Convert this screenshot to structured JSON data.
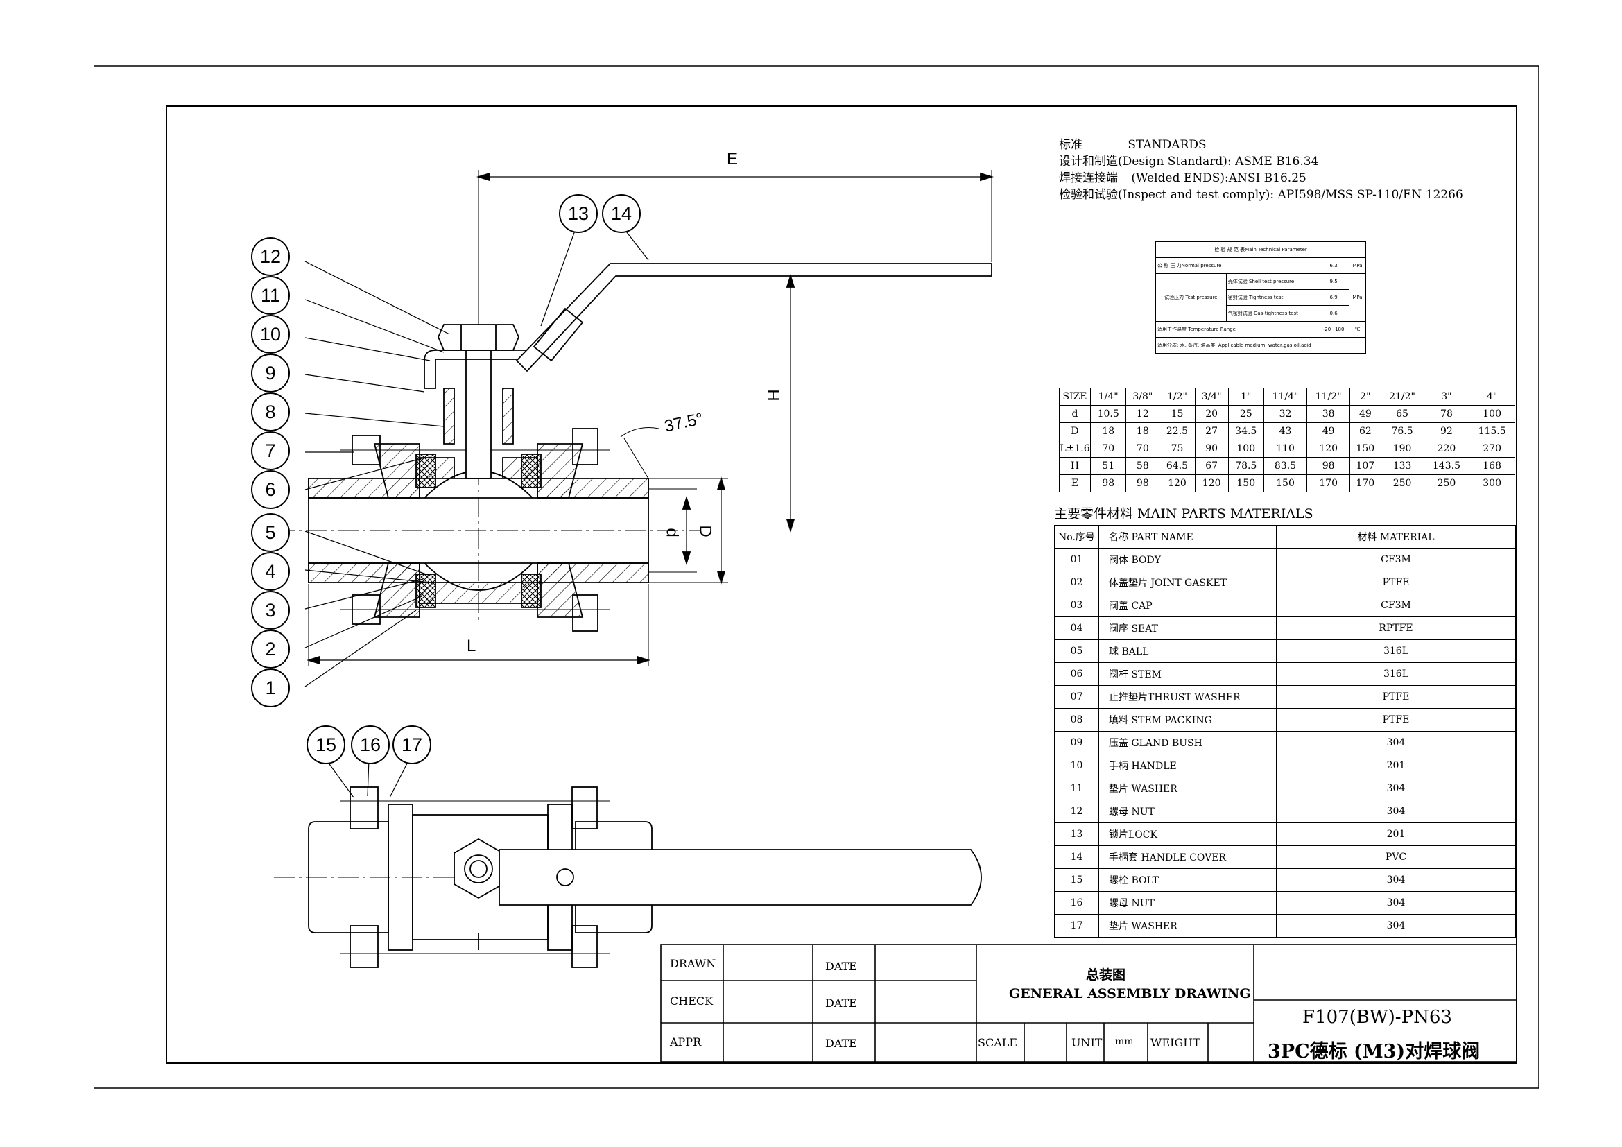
{
  "standards": {
    "heading_cn": "标准",
    "heading_en": "STANDARDS",
    "lines": [
      {
        "cn": "设计和制造",
        "en": "(Design Standard):  ASME B16.34"
      },
      {
        "cn": "焊接连接端",
        "en": " (Welded  ENDS):ANSI B16.25"
      },
      {
        "cn": "检验和试验",
        "en": "(Inspect and test comply):  API598/MSS SP-110/EN 12266"
      }
    ]
  },
  "tech_params": {
    "title": "检 验 规 范 表Main Technical Parameter",
    "nominal_label": "公 称 压 力Normal pressure",
    "nominal_value": "6.3",
    "unit_mpa": "MPa",
    "test_label": "试验压力 Test pressure",
    "shell_label": "壳体试验 Shell test pressure",
    "shell_value": "9.5",
    "tight_label": "密封试验 Tightness test",
    "tight_value": "6.9",
    "gas_label": "气密封试验 Gas-tightness test",
    "gas_value": "0.6",
    "temp_label": "适用工作温度 Temperature Range",
    "temp_value": "-20~180",
    "temp_unit": "℃",
    "media": "适用介质: 水, 蒸汽, 油品类. Applicable medium: water,gas,oil,acid"
  },
  "size_table": {
    "header": [
      "SIZE",
      "1/4\"",
      "3/8\"",
      "1/2\"",
      "3/4\"",
      "1\"",
      "11/4\"",
      "11/2\"",
      "2\"",
      "21/2\"",
      "3\"",
      "4\""
    ],
    "rows": [
      [
        "d",
        "10.5",
        "12",
        "15",
        "20",
        "25",
        "32",
        "38",
        "49",
        "65",
        "78",
        "100"
      ],
      [
        "D",
        "18",
        "18",
        "22.5",
        "27",
        "34.5",
        "43",
        "49",
        "62",
        "76.5",
        "92",
        "115.5"
      ],
      [
        "L±1.6",
        "70",
        "70",
        "75",
        "90",
        "100",
        "110",
        "120",
        "150",
        "190",
        "220",
        "270"
      ],
      [
        "H",
        "51",
        "58",
        "64.5",
        "67",
        "78.5",
        "83.5",
        "98",
        "107",
        "133",
        "143.5",
        "168"
      ],
      [
        "E",
        "98",
        "98",
        "120",
        "120",
        "150",
        "150",
        "170",
        "170",
        "250",
        "250",
        "300"
      ]
    ]
  },
  "materials": {
    "title": "主要零件材料 MAIN PARTS MATERIALS",
    "header": [
      "No.序号",
      "名称  PART NAME",
      "材料 MATERIAL"
    ],
    "rows": [
      [
        "01",
        "阀体  BODY",
        "CF3M"
      ],
      [
        "02",
        "体盖垫片 JOINT GASKET",
        "PTFE"
      ],
      [
        "03",
        "阀盖  CAP",
        "CF3M"
      ],
      [
        "04",
        "阀座  SEAT",
        "RPTFE"
      ],
      [
        "05",
        "球 BALL",
        "316L"
      ],
      [
        "06",
        "阀杆 STEM",
        "316L"
      ],
      [
        "07",
        "止推垫片THRUST WASHER",
        "PTFE"
      ],
      [
        "08",
        "填料 STEM PACKING",
        "PTFE"
      ],
      [
        "09",
        "压盖 GLAND BUSH",
        "304"
      ],
      [
        "10",
        "手柄 HANDLE",
        "201"
      ],
      [
        "11",
        "垫片  WASHER",
        "304"
      ],
      [
        "12",
        "螺母  NUT",
        "304"
      ],
      [
        "13",
        "锁片LOCK",
        "201"
      ],
      [
        "14",
        "手柄套 HANDLE COVER",
        "PVC"
      ],
      [
        "15",
        "螺栓 BOLT",
        "304"
      ],
      [
        "16",
        "螺母  NUT",
        "304"
      ],
      [
        "17",
        "垫片  WASHER",
        "304"
      ]
    ]
  },
  "title_block": {
    "drawn": "DRAWN",
    "check": "CHECK",
    "appr": "APPR",
    "date": "DATE",
    "title_cn": "总装图",
    "title_en": "GENERAL ASSEMBLY DRAWING",
    "scale": "SCALE",
    "unit": "UNIT",
    "unit_value": "mm",
    "weight": "WEIGHT",
    "model": "F107(BW)-PN63",
    "desc": "3PC德标 (M3)对焊球阀"
  },
  "dimensions": {
    "E": "E",
    "H": "H",
    "L": "L",
    "d": "d",
    "D": "D",
    "angle": "37.5°"
  },
  "balloons": [
    "1",
    "2",
    "3",
    "4",
    "5",
    "6",
    "7",
    "8",
    "9",
    "10",
    "11",
    "12",
    "13",
    "14",
    "15",
    "16",
    "17"
  ]
}
